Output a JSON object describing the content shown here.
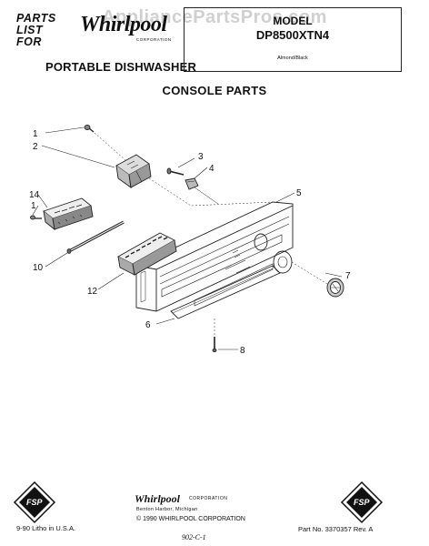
{
  "header": {
    "parts_list_lines": [
      "PARTS",
      "LIST",
      "FOR"
    ],
    "brand": "Whirlpool",
    "brand_sub": "CORPORATION",
    "product": "PORTABLE DISHWASHER",
    "model_label": "MODEL",
    "model_number": "DP8500XTN4",
    "model_color": "Almond/Black",
    "watermark": "AppliancePartsPros.com"
  },
  "section_title": "CONSOLE PARTS",
  "callouts": [
    "1",
    "2",
    "3",
    "4",
    "5",
    "14",
    "1",
    "7",
    "10",
    "12",
    "6",
    "8"
  ],
  "footer": {
    "fsp_left": "FSP",
    "fsp_right": "FSP",
    "brand": "Whirlpool",
    "brand_corp": "CORPORATION",
    "city": "Benton Harbor, Michigan",
    "copyright": "© 1990 WHIRLPOOL CORPORATION",
    "litho": "9-90 Litho in U.S.A.",
    "part_no": "Part No. 3370357 Rev. A",
    "handwritten": "902-C-1"
  }
}
